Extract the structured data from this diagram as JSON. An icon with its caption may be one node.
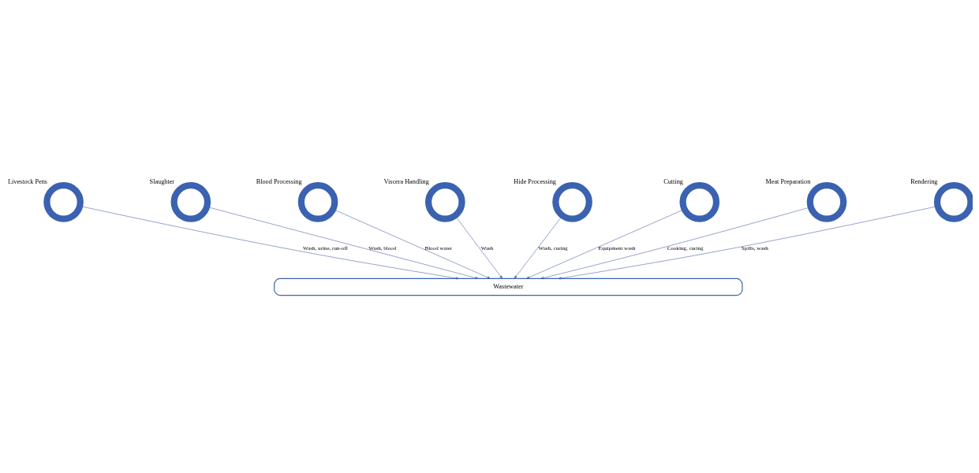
{
  "diagram": {
    "nodes": [
      {
        "text": [
          "Livestock Pens"
        ]
      },
      {
        "text": [
          "Slaughter"
        ]
      },
      {
        "text": [
          "Blood Processing"
        ]
      },
      {
        "text": [
          "Viscera Handling"
        ]
      },
      {
        "text": [
          "Hide Processing"
        ]
      },
      {
        "text": [
          "Cutting"
        ]
      },
      {
        "text": [
          "Meat Preparation"
        ]
      },
      {
        "text": [
          "Rendering"
        ]
      },
      {
        "text": [
          "Wastewater"
        ]
      }
    ],
    "edges": [
      {
        "from": 0,
        "to": 8,
        "arrow": "to",
        "label": "Wash, urine, run-off"
      },
      {
        "from": 1,
        "to": 8,
        "arrow": "to",
        "label": "Wash, blood"
      },
      {
        "from": 2,
        "to": 8,
        "arrow": "to",
        "label": "Blood water"
      },
      {
        "from": 3,
        "to": 8,
        "arrow": "to",
        "label": "Wash"
      },
      {
        "from": 4,
        "to": 8,
        "arrow": "to",
        "label": "Wash, curing"
      },
      {
        "from": 5,
        "to": 8,
        "arrow": "to",
        "label": "Equipment wash"
      },
      {
        "from": 6,
        "to": 8,
        "arrow": "to",
        "label": "Cooking, curing"
      },
      {
        "from": 7,
        "to": 8,
        "arrow": "to",
        "label": "Spills, wash"
      }
    ]
  }
}
